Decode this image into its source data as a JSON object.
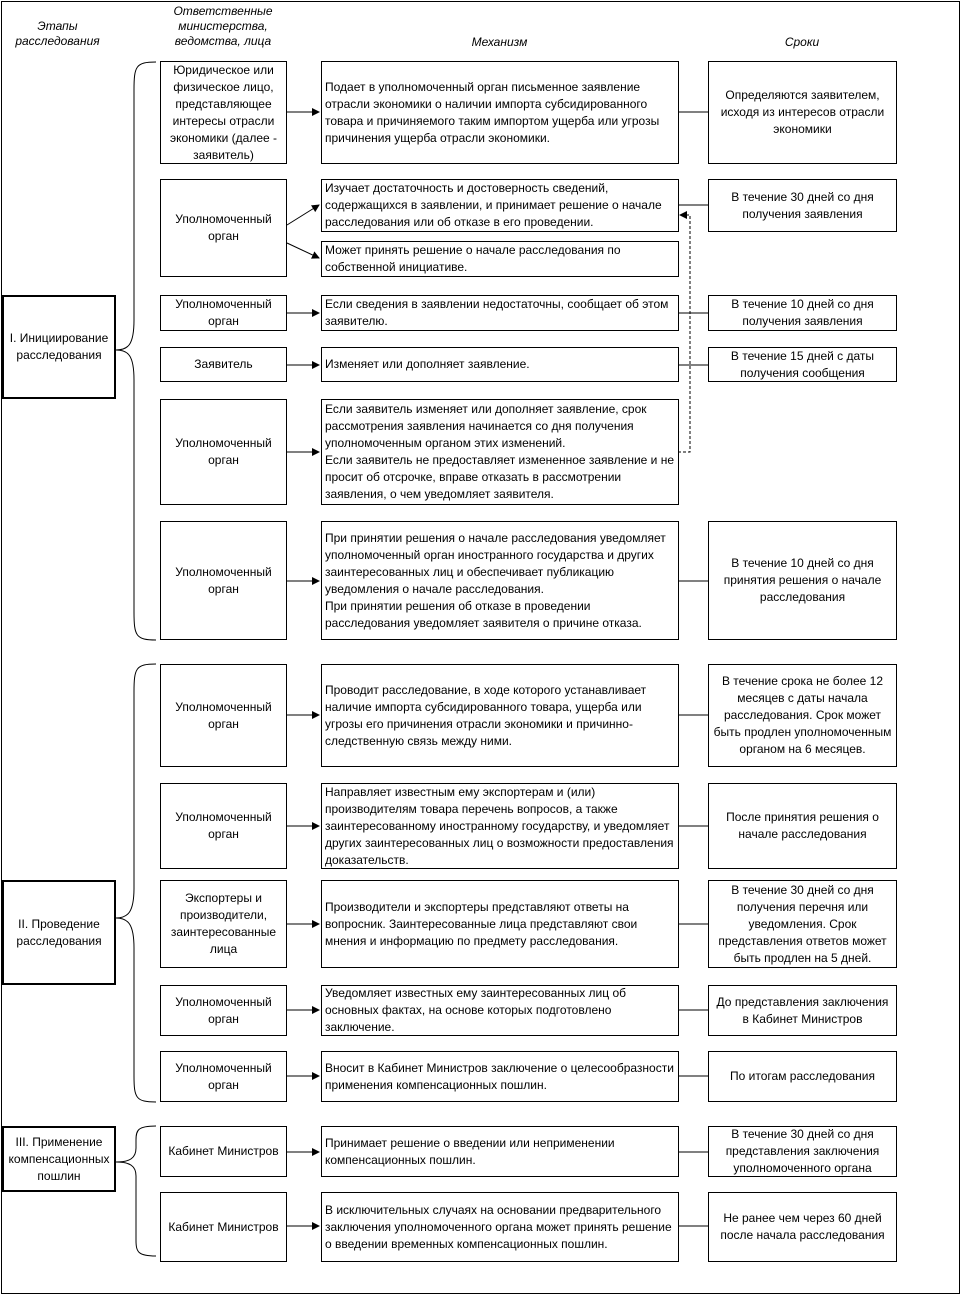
{
  "headers": {
    "stages": "Этапы расследования",
    "responsible": "Ответственные министерства, ведомства, лица",
    "mechanism": "Механизм",
    "terms": "Сроки"
  },
  "stages": [
    {
      "label": "I. Инициирование расследования"
    },
    {
      "label": "II. Проведение расследования"
    },
    {
      "label": "III. Применение компенсационных пошлин"
    }
  ],
  "rows": [
    {
      "actor": "Юридическое или физическое лицо, представляющее интересы отрасли экономики (далее - заявитель)",
      "mechanism": "Подает в уполномоченный орган письменное заявление отрасли экономики о наличии импорта субсидированного товара и причиняемого таким импортом ущерба или угрозы причинения ущерба отрасли экономики.",
      "term": "Определяются заявителем, исходя из интересов отрасли экономики"
    },
    {
      "actor": "Уполномоченный орган",
      "mechanism": "Изучает достаточность и достоверность сведений, содержащихся в заявлении, и принимает решение о начале расследования или об отказе в его проведении.",
      "mechanism_b": "Может принять решение о начале расследования по собственной инициативе.",
      "term": "В течение 30 дней со дня получения заявления"
    },
    {
      "actor": "Уполномоченный орган",
      "mechanism": "Если сведения в заявлении недостаточны, сообщает об этом заявителю.",
      "term": "В течение 10 дней со дня получения заявления"
    },
    {
      "actor": "Заявитель",
      "mechanism": "Изменяет или дополняет заявление.",
      "term": "В течение 15 дней с даты получения сообщения"
    },
    {
      "actor": "Уполномоченный орган",
      "mechanism": "Если заявитель изменяет или дополняет заявление, срок рассмотрения заявления начинается со дня получения уполномоченным органом этих изменений.",
      "mechanism_p2": "Если заявитель не предоставляет измененное заявление и не просит об отсрочке, вправе отказать в рассмотрении заявления, о чем уведомляет заявителя.",
      "term": ""
    },
    {
      "actor": "Уполномоченный орган",
      "mechanism": "При принятии решения о начале расследования уведомляет уполномоченный орган иностранного государства и других заинтересованных лиц и обеспечивает публикацию уведомления о начале расследования.",
      "mechanism_p2": "При принятии решения об отказе в проведении расследования уведомляет заявителя о причине отказа.",
      "term": "В течение 10 дней со дня принятия решения о начале расследования"
    },
    {
      "actor": "Уполномоченный орган",
      "mechanism": "Проводит расследование, в ходе которого устанавливает наличие импорта субсидированного товара, ущерба или угрозы его причинения отрасли экономики и причинно-следственную связь между ними.",
      "term": "В течение срока не более 12 месяцев с даты начала расследования. Срок может быть продлен уполномоченным органом на 6 месяцев."
    },
    {
      "actor": "Уполномоченный орган",
      "mechanism": "Направляет известным ему экспортерам и (или) производителям товара перечень вопросов, а также заинтересованному иностранному государству, и уведомляет других заинтересованных лиц о возможности предоставления доказательств.",
      "term": "После принятия решения о начале расследования"
    },
    {
      "actor": "Экспортеры и производители, заинтересованные лица",
      "mechanism": "Производители и экспортеры представляют ответы на вопросник. Заинтересованные лица представляют свои мнения и информацию по предмету расследования.",
      "term": "В течение 30 дней со дня получения перечня или уведомления. Срок представления ответов может быть продлен на 5 дней."
    },
    {
      "actor": "Уполномоченный орган",
      "mechanism": "Уведомляет известных ему заинтересованных лиц об основных фактах, на основе которых подготовлено заключение.",
      "term": "До представления заключения в Кабинет Министров"
    },
    {
      "actor": "Уполномоченный орган",
      "mechanism": "Вносит в Кабинет Министров заключение о целесообразности применения компенсационных пошлин.",
      "term": "По итогам расследования"
    },
    {
      "actor": "Кабинет Министров",
      "mechanism": "Принимает решение о введении или неприменении компенсационных пошлин.",
      "term": "В течение 30 дней со дня представления заключения уполномоченного органа"
    },
    {
      "actor": "Кабинет Министров",
      "mechanism": "В исключительных случаях на основании предварительного заключения уполномоченного органа может принять решение о введении временных компенсационных пошлин.",
      "term": "Не ранее чем через 60 дней после начала расследования"
    }
  ]
}
